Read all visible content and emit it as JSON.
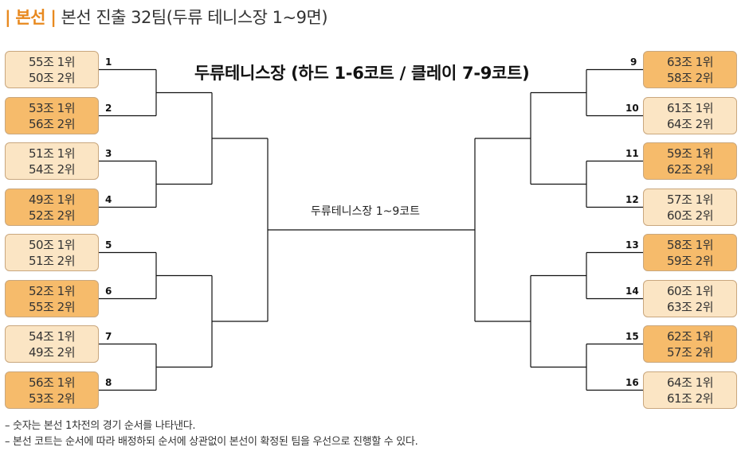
{
  "header": {
    "section": "본선",
    "separator": "|",
    "title": "본선 진출 32팀(두류 테니스장 1~9면)"
  },
  "venue_title": "두류테니스장 (하드 1-6코트 / 클레이 7-9코트)",
  "center_label": "두류테니스장 1~9코트",
  "left_matches": [
    {
      "num": "1",
      "a": "55조 1위",
      "b": "50조 2위",
      "style": "light"
    },
    {
      "num": "2",
      "a": "53조 1위",
      "b": "56조 2위",
      "style": "dark"
    },
    {
      "num": "3",
      "a": "51조 1위",
      "b": "54조 2위",
      "style": "light"
    },
    {
      "num": "4",
      "a": "49조 1위",
      "b": "52조 2위",
      "style": "dark"
    },
    {
      "num": "5",
      "a": "50조 1위",
      "b": "51조 2위",
      "style": "light"
    },
    {
      "num": "6",
      "a": "52조 1위",
      "b": "55조 2위",
      "style": "dark"
    },
    {
      "num": "7",
      "a": "54조 1위",
      "b": "49조 2위",
      "style": "light"
    },
    {
      "num": "8",
      "a": "56조 1위",
      "b": "53조 2위",
      "style": "dark"
    }
  ],
  "right_matches": [
    {
      "num": "9",
      "a": "63조 1위",
      "b": "58조 2위",
      "style": "dark"
    },
    {
      "num": "10",
      "a": "61조 1위",
      "b": "64조 2위",
      "style": "light"
    },
    {
      "num": "11",
      "a": "59조 1위",
      "b": "62조 2위",
      "style": "dark"
    },
    {
      "num": "12",
      "a": "57조 1위",
      "b": "60조 2위",
      "style": "light"
    },
    {
      "num": "13",
      "a": "58조 1위",
      "b": "59조 2위",
      "style": "dark"
    },
    {
      "num": "14",
      "a": "60조 1위",
      "b": "63조 2위",
      "style": "light"
    },
    {
      "num": "15",
      "a": "62조 1위",
      "b": "57조 2위",
      "style": "dark"
    },
    {
      "num": "16",
      "a": "64조 1위",
      "b": "61조 2위",
      "style": "light"
    }
  ],
  "notes": [
    "– 숫자는 본선 1차전의 경기 순서를 나타낸다.",
    "– 본선 코트는 순서에 따라 배정하되 순서에 상관없이 본선이 확정된 팀을 우선으로 진행할 수 있다."
  ]
}
